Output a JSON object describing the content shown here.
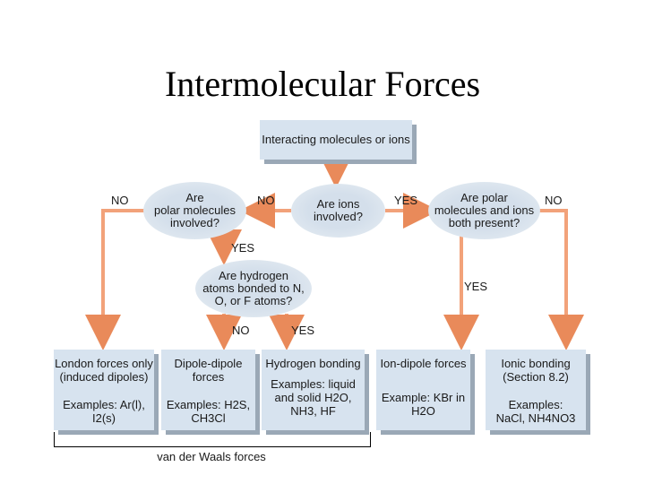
{
  "title": "Intermolecular Forces",
  "start": "Interacting molecules or ions",
  "q_ions": [
    "Are ions",
    "involved?"
  ],
  "q_polar": [
    "Are",
    "polar molecules",
    "involved?"
  ],
  "q_polar_ions": [
    "Are polar",
    "molecules and ions",
    "both present?"
  ],
  "q_hydrogen": [
    "Are hydrogen",
    "atoms bonded to N,",
    "O, or F atoms?"
  ],
  "labels": {
    "no_left": "NO",
    "no_mid": "NO",
    "yes_mid": "YES",
    "no_right": "NO",
    "yes_down": "YES",
    "yes_right_down": "YES",
    "no_h": "NO",
    "yes_h": "YES"
  },
  "results": {
    "london": {
      "title": [
        "London forces only",
        "(induced dipoles)"
      ],
      "examples": [
        "Examples: Ar(l),",
        "I2(s)"
      ]
    },
    "dipole": {
      "title": [
        "Dipole-dipole",
        "forces"
      ],
      "examples": [
        "Examples: H2S,",
        "CH3Cl"
      ]
    },
    "hbond": {
      "title": [
        "Hydrogen bonding"
      ],
      "examples": [
        "Examples: liquid",
        "and solid H2O,",
        "NH3, HF"
      ]
    },
    "iondipole": {
      "title": [
        "Ion-dipole forces"
      ],
      "examples": [
        "Example: KBr in",
        "H2O"
      ]
    },
    "ionic": {
      "title": [
        "Ionic bonding",
        "(Section 8.2)"
      ],
      "examples": [
        "Examples:",
        "NaCl, NH4NO3"
      ]
    }
  },
  "vdw": "van der Waals forces"
}
